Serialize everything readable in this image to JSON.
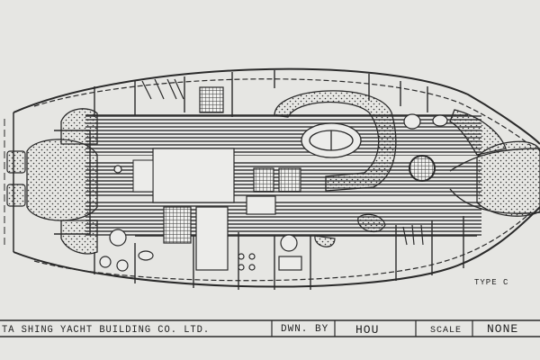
{
  "drawing": {
    "type_label": "TYPE C"
  },
  "title_block": {
    "builder": "TA SHING YACHT BUILDING CO. LTD.",
    "drawn_by_label": "DWN. BY",
    "drawn_by_value": "HOU",
    "scale_label": "SCALE",
    "scale_value": "NONE"
  },
  "colors": {
    "paper": "#e6e6e3",
    "ink": "#2a2a2a"
  }
}
